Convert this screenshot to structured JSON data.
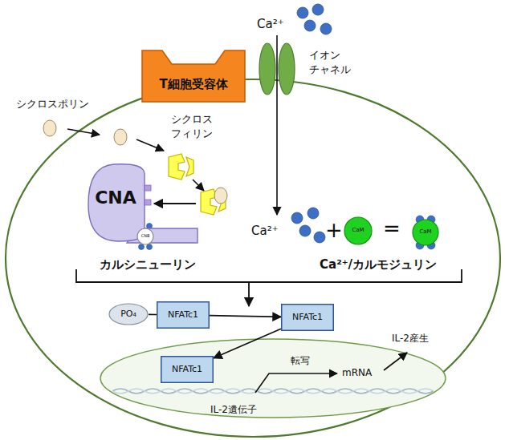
{
  "diagram": {
    "nodes": [
      {
        "text": [
          "T細胞受容体"
        ]
      },
      {
        "text": [
          "CNA"
        ]
      },
      {
        "text": [
          "CNB"
        ]
      },
      {
        "text": [
          "CaM"
        ]
      },
      {
        "text": [
          "CaM"
        ]
      },
      {
        "text": [
          "PO₄"
        ]
      },
      {
        "text": [
          "NFATc1"
        ]
      },
      {
        "text": [
          "NFATc1"
        ]
      },
      {
        "text": [
          "NFATc1"
        ]
      }
    ],
    "edges": [
      {
        "from": 5,
        "to": 6,
        "arrow": "none"
      },
      {
        "from": 6,
        "to": 7,
        "arrow": "to"
      },
      {
        "from": 7,
        "to": 8,
        "arrow": "to"
      }
    ],
    "labels": [
      "Ca²⁺",
      "イオン チャネル",
      "シクロスポリン",
      "シクロス フィリン",
      "カルシニューリン",
      "Ca²⁺",
      "+",
      "=",
      "Ca²⁺/カルモジュリン",
      "転写",
      "mRNA",
      "IL-2産生",
      "IL-2遺伝子"
    ]
  }
}
